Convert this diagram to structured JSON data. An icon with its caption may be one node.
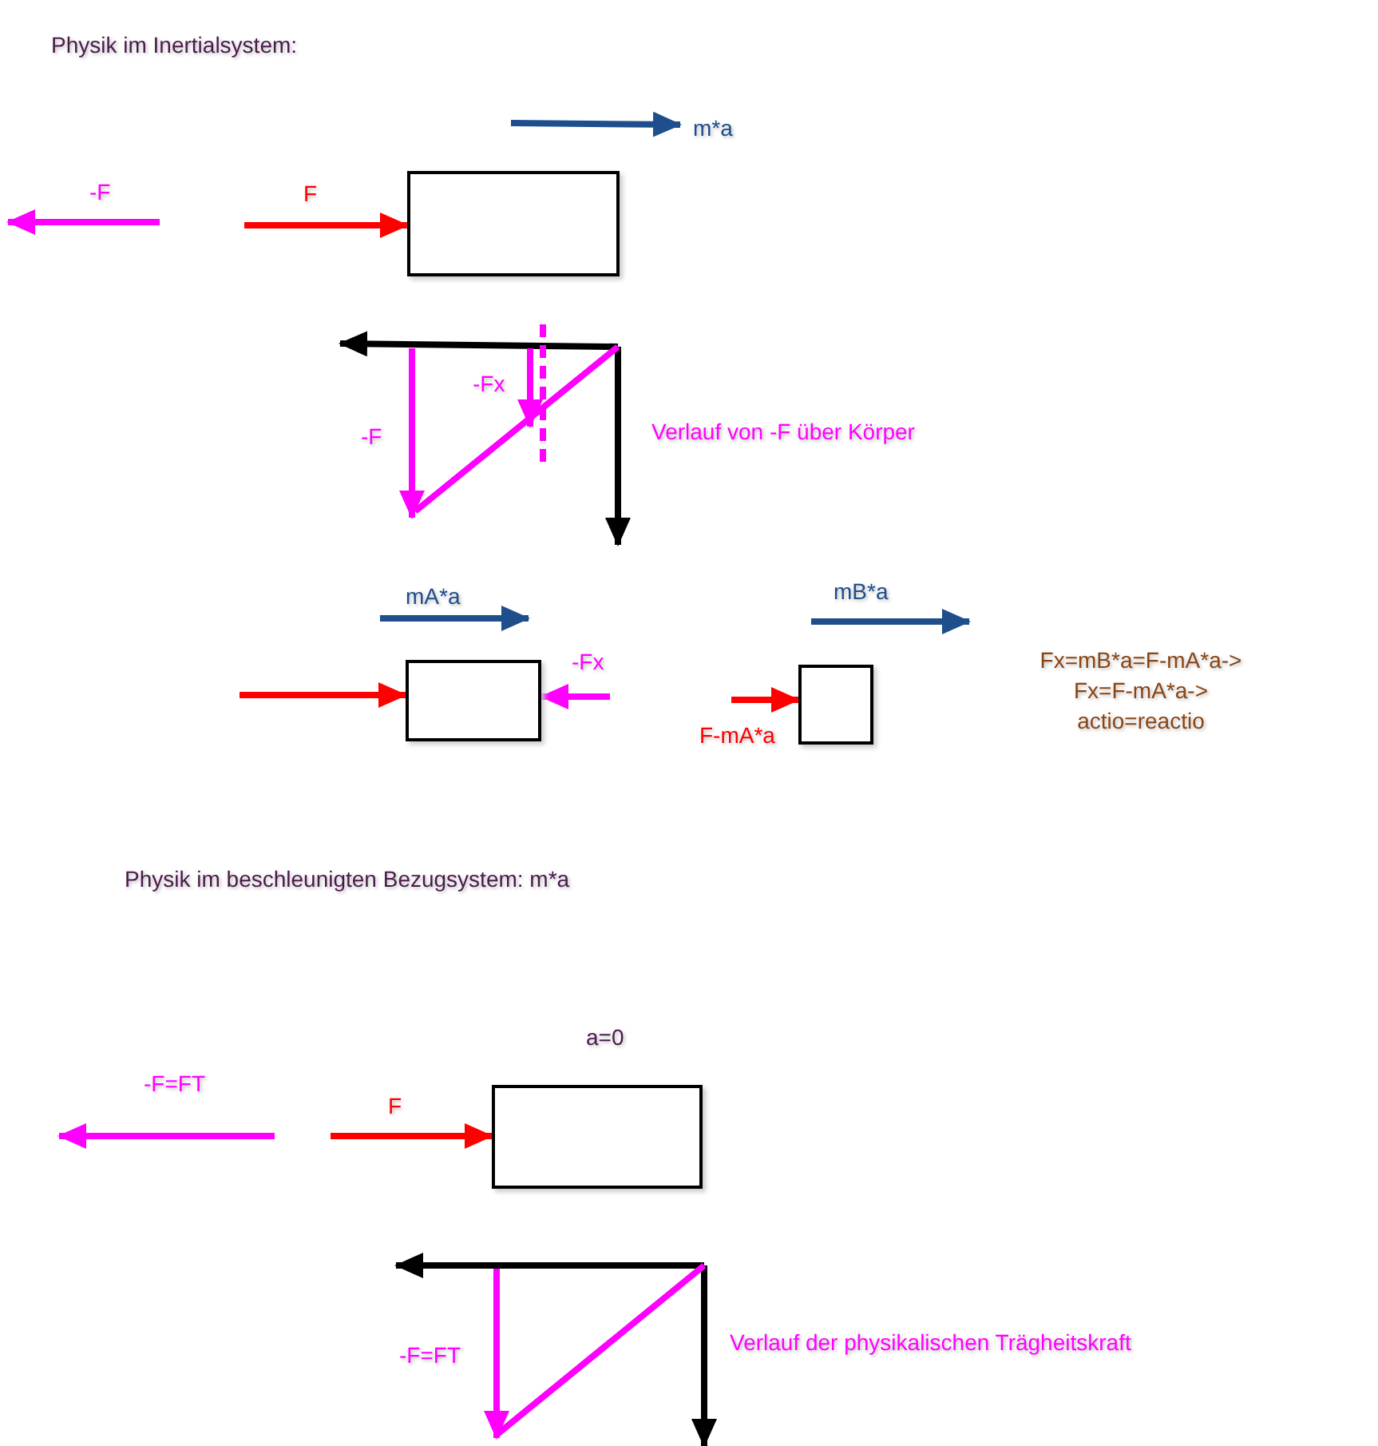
{
  "diagram": {
    "nodes": [
      {
        "text": [],
        "shape": "box"
      },
      {
        "text": [],
        "shape": "box"
      },
      {
        "text": [],
        "shape": "box"
      },
      {
        "text": [],
        "shape": "box"
      }
    ],
    "edges": [
      {
        "from": null,
        "to": 0,
        "arrow": "to",
        "label": "F",
        "color": "#ff0000"
      },
      {
        "from": null,
        "to": 1,
        "arrow": "to",
        "color": "#ff0000"
      },
      {
        "from": null,
        "to": 1,
        "arrow": "to",
        "label": "-Fx",
        "color": "#ff00ff"
      },
      {
        "from": null,
        "to": 2,
        "arrow": "to",
        "label": "F-mA*a",
        "color": "#ff0000"
      },
      {
        "from": null,
        "to": 3,
        "arrow": "to",
        "label": "F",
        "color": "#ff0000"
      }
    ],
    "labels": [
      "Physik im Inertialsystem:",
      "m*a",
      "-F",
      "-Fx",
      "-F",
      "Verlauf von -F über Körper",
      "mA*a",
      "mB*a",
      "Fx=mB*a=F-mA*a-> Fx=F-mA*a-> actio=reactio",
      "Physik im beschleunigten Bezugsystem: m*a",
      "a=0",
      "-F=FT",
      "-F=FT",
      "Verlauf der physikalischen Trägheitskraft"
    ]
  }
}
